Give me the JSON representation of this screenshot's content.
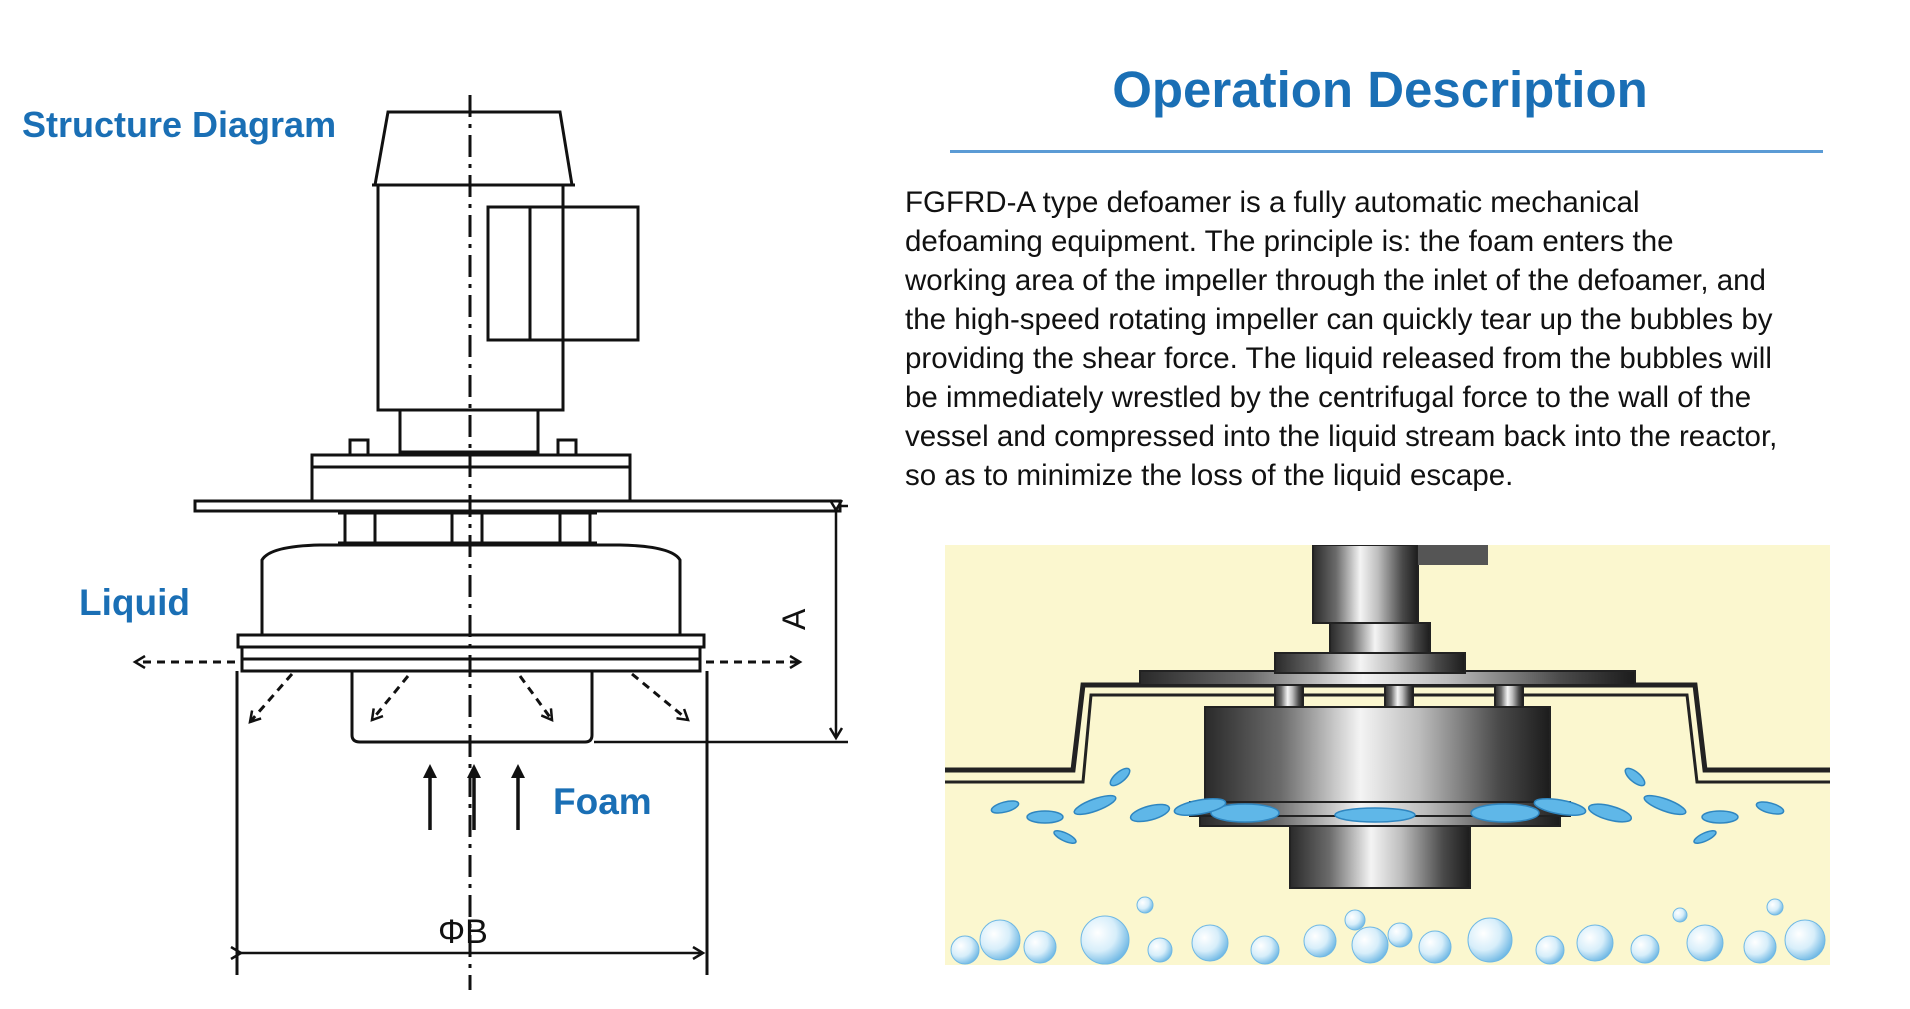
{
  "structure": {
    "title": "Structure Diagram",
    "labels": {
      "liquid": "Liquid",
      "foam": "Foam",
      "dim_a": "A",
      "dim_b": "ΦB"
    }
  },
  "operation": {
    "title": "Operation Description",
    "lines": [
      "FGFRD-A type defoamer is a fully automatic mechanical",
      "defoaming equipment. The principle is: the foam enters the",
      "working area of the impeller through the inlet of the defoamer, and",
      "the high-speed rotating impeller can quickly tear up the bubbles by",
      "providing the shear force. The liquid released from the bubbles will",
      "be immediately wrestled by the centrifugal force to the wall of the",
      "vessel and compressed into the liquid stream back into the reactor,",
      "so as to minimize the loss of the liquid escape."
    ]
  },
  "colors": {
    "accent_blue": "#1a6fb5",
    "rule_blue": "#5b9bd5",
    "illustration_bg": "#fbf7cf",
    "droplet_blue": "#5fb7e8"
  }
}
